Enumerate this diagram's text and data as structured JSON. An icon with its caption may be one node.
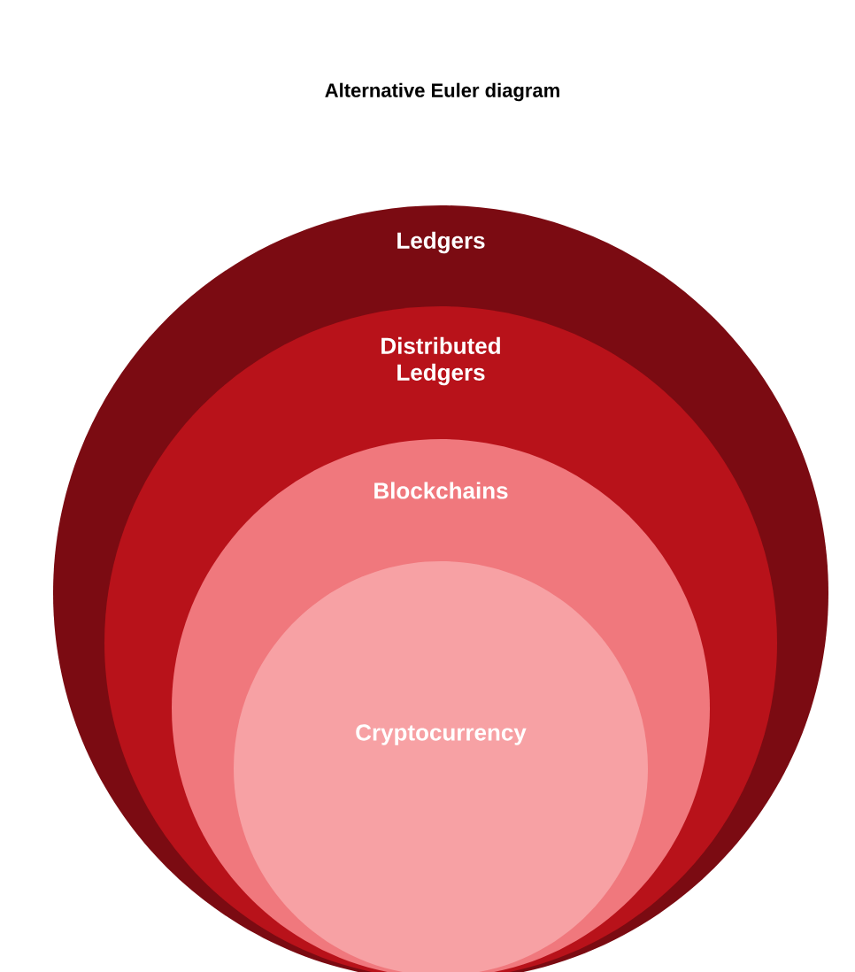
{
  "diagram": {
    "title": "Alternative Euler diagram",
    "nodes": [
      {
        "text": [
          "Ledgers"
        ]
      },
      {
        "text": [
          "Distributed Ledgers"
        ],
        "in": 0
      },
      {
        "text": [
          "Blockchains"
        ],
        "in": 1
      },
      {
        "text": [
          "Cryptocurrency"
        ],
        "in": 2
      }
    ]
  }
}
